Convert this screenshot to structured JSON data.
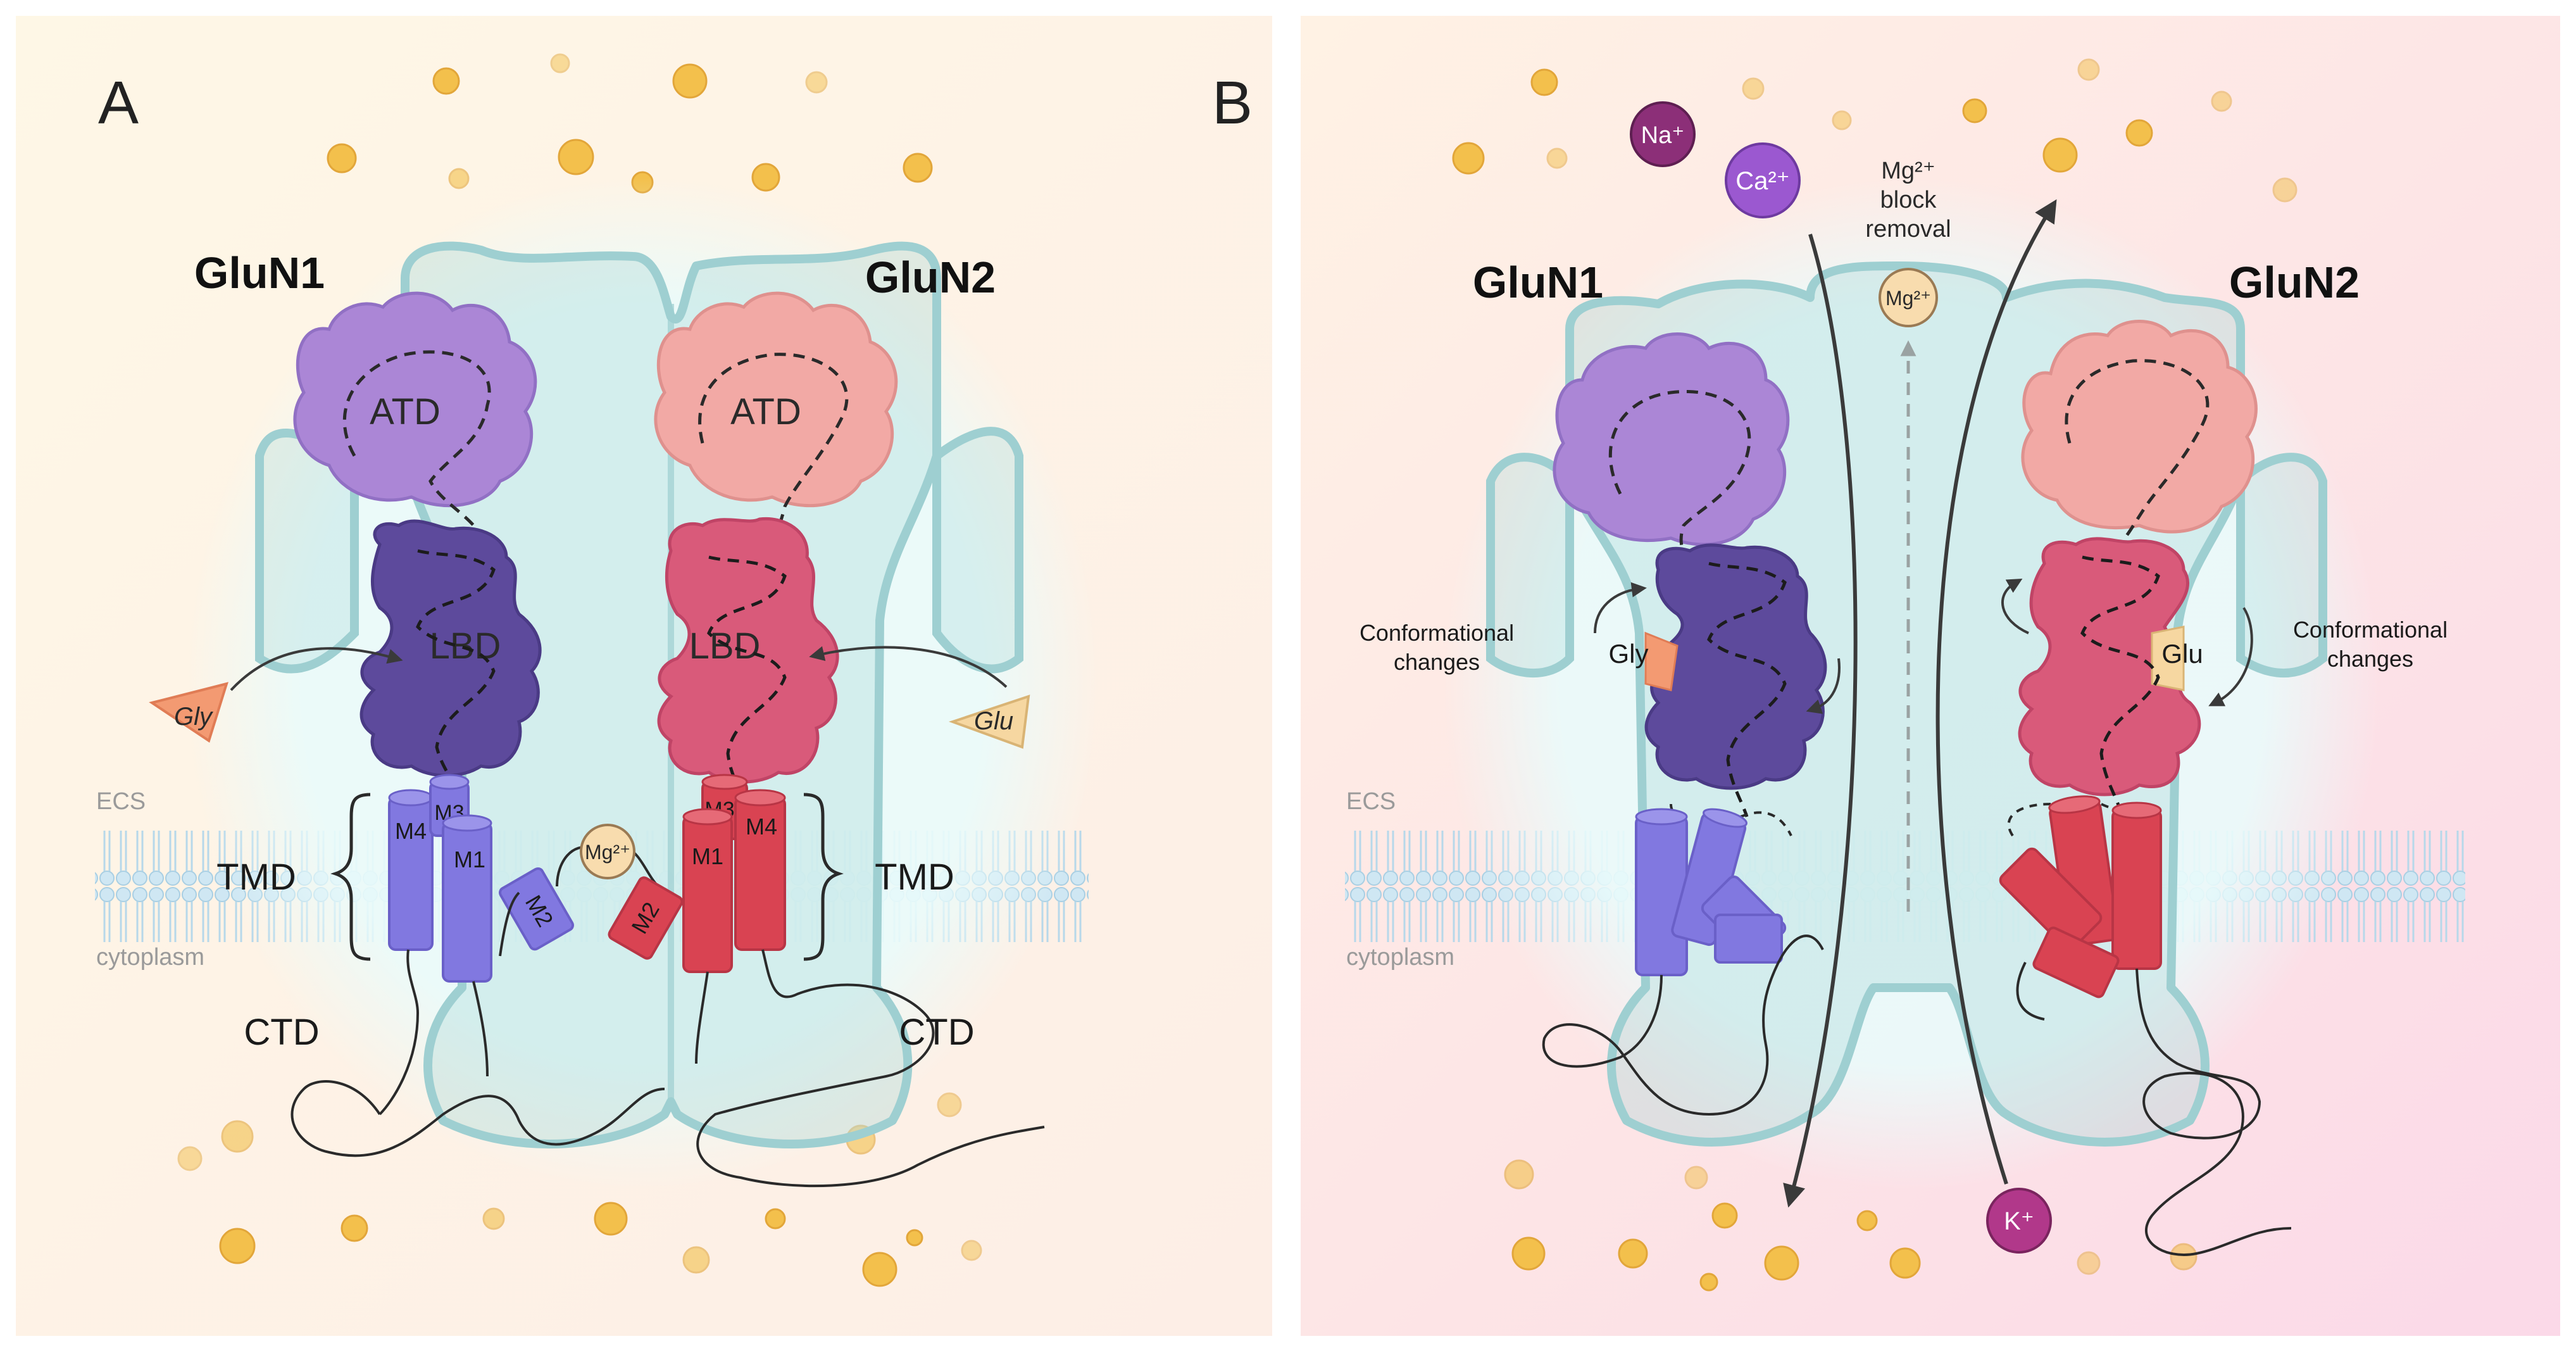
{
  "panels": [
    {
      "letter": "A",
      "subunit_left": "GluN1",
      "subunit_right": "GluN2",
      "domains": {
        "atd_left": "ATD",
        "atd_right": "ATD",
        "lbd_left": "LBD",
        "lbd_right": "LBD",
        "tmd_left": "TMD",
        "tmd_right": "TMD",
        "ctd_left": "CTD",
        "ctd_right": "CTD"
      },
      "helices": {
        "m1_left": "M1",
        "m2_left": "M2",
        "m3_left": "M3",
        "m4_left": "M4",
        "m1_right": "M1",
        "m2_right": "M2",
        "m3_right": "M3",
        "m4_right": "M4"
      },
      "ligands": {
        "left": "Gly",
        "right": "Glu"
      },
      "mg_ion": "Mg²⁺",
      "membrane": {
        "top": "ECS",
        "bottom": "cytoplasm"
      }
    },
    {
      "letter": "B",
      "subunit_left": "GluN1",
      "subunit_right": "GluN2",
      "ligands": {
        "left": "Gly",
        "right": "Glu"
      },
      "conformational_left": [
        "Conformational",
        "changes"
      ],
      "conformational_right": [
        "Conformational",
        "changes"
      ],
      "ions": {
        "na": "Na⁺",
        "ca": "Ca²⁺",
        "k": "K⁺",
        "mg": "Mg²⁺"
      },
      "mg_block": [
        "Mg²⁺",
        "block",
        "removal"
      ],
      "membrane": {
        "top": "ECS",
        "bottom": "cytoplasm"
      }
    }
  ],
  "colors": {
    "glun1_atd": "#ab86d6",
    "glun1_lbd": "#5d4a9c",
    "glun1_tmd": "#8178e0",
    "glun2_atd": "#f2a9a5",
    "glun2_lbd": "#d95a7a",
    "glun2_tmd": "#d94352",
    "channel": "#a6d8d8",
    "membrane": "#bcdcec",
    "gly": "#f39a72",
    "glu": "#f6d7a1",
    "mg": "#f8dcae",
    "na": "#8c2f78",
    "ca": "#9b58d0",
    "k": "#b1388a",
    "particle": "#f3c04c"
  }
}
